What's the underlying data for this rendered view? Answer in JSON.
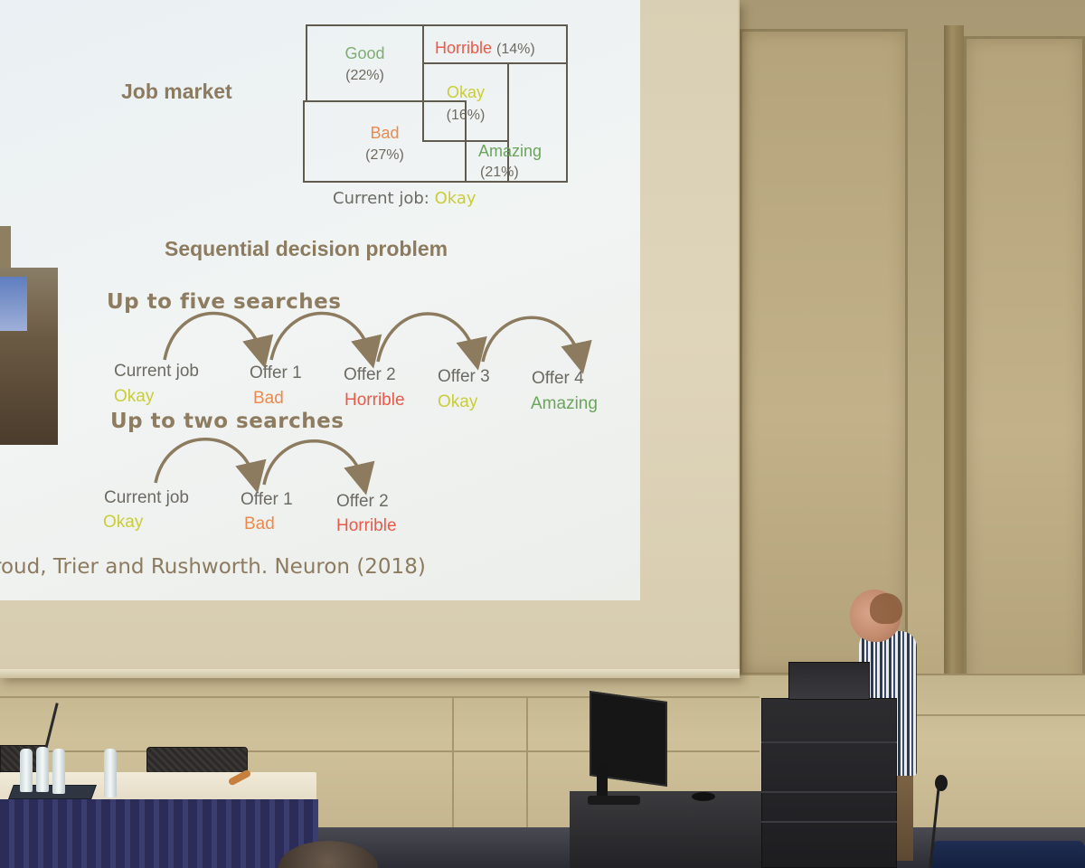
{
  "slide": {
    "job_market_heading": "Job market",
    "mosaic": {
      "good": {
        "label": "Good",
        "pct": "(22%)",
        "color": "#7fae72"
      },
      "horrible": {
        "label": "Horrible",
        "pct": "(14%)",
        "color": "#e85a4a"
      },
      "okay": {
        "label": "Okay",
        "pct": "(16%)",
        "color": "#c9cd3a"
      },
      "bad": {
        "label": "Bad",
        "pct": "(27%)",
        "color": "#ec8a4e"
      },
      "amazing": {
        "label": "Amazing",
        "pct": "(21%)",
        "color": "#6aa55c"
      }
    },
    "current_job_prefix": "Current job:",
    "current_job_value": "Okay",
    "sequential_heading": "Sequential decision problem",
    "five_searches": {
      "heading": "Up to five searches",
      "nodes": [
        {
          "label": "Current job",
          "value": "Okay"
        },
        {
          "label": "Offer 1",
          "value": "Bad"
        },
        {
          "label": "Offer 2",
          "value": "Horrible"
        },
        {
          "label": "Offer 3",
          "value": "Okay"
        },
        {
          "label": "Offer 4",
          "value": "Amazing"
        }
      ]
    },
    "two_searches": {
      "heading": "Up to two searches",
      "nodes": [
        {
          "label": "Current job",
          "value": "Okay"
        },
        {
          "label": "Offer 1",
          "value": "Bad"
        },
        {
          "label": "Offer 2",
          "value": "Horrible"
        }
      ]
    },
    "citation": "roud, Trier and Rushworth. Neuron (2018)"
  }
}
